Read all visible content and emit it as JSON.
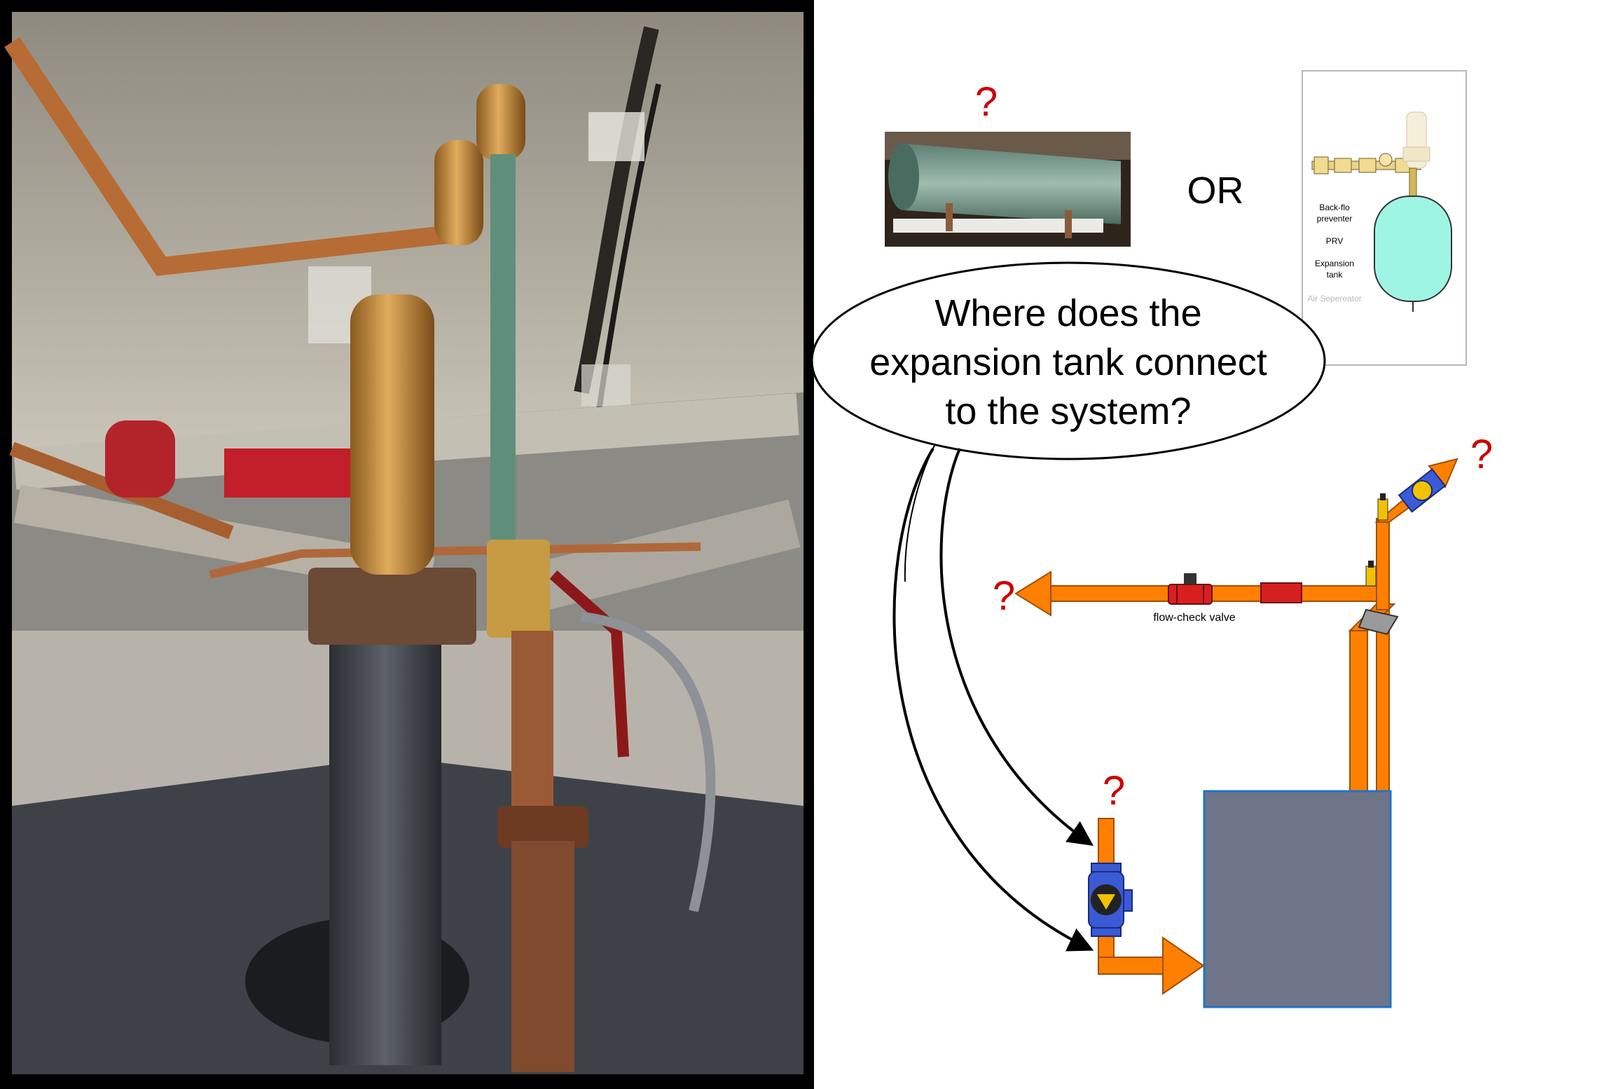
{
  "question": {
    "line1": "Where does the",
    "line2": "expansion tank connect",
    "line3": "to the system?"
  },
  "separator": "OR",
  "question_mark": "?",
  "inset_labels": {
    "backflow_line1": "Back-flo",
    "backflow_line2": "preventer",
    "prv": "PRV",
    "expansion_line1": "Expansion",
    "expansion_line2": "tank",
    "air_separator": "Air Sepereator"
  },
  "valve_label": "flow-check valve",
  "colors": {
    "pipe": "#ff8000",
    "pipe_outline": "#a04e00",
    "boiler": "#6e7589",
    "boiler_border": "#1f74c8",
    "question_mark": "#cc0000",
    "tank": "#9ff5e3",
    "valve_red": "#d81f1f",
    "pump_blue": "#3b5bd6",
    "pump_yellow": "#f2c200"
  }
}
